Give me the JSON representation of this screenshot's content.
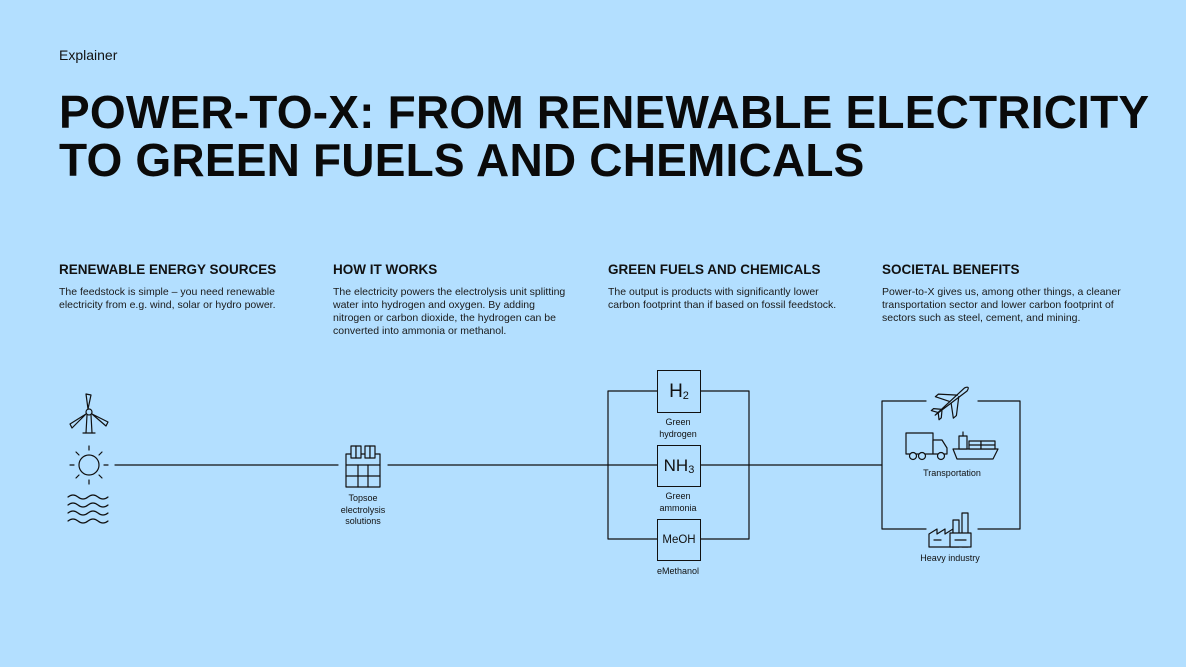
{
  "eyebrow": "Explainer",
  "title": {
    "line1": "POWER-TO-X: FROM RENEWABLE ELECTRICITY",
    "line2": "TO GREEN FUELS AND CHEMICALS"
  },
  "columns": [
    {
      "heading": "RENEWABLE ENERGY SOURCES",
      "body": "The feedstock is simple – you need renewable electricity from e.g. wind, solar or hydro power."
    },
    {
      "heading": "HOW IT WORKS",
      "body": "The electricity powers the electrolysis unit splitting water into hydrogen and oxygen. By adding nitrogen or carbon dioxide, the hydrogen can be converted into ammonia or methanol."
    },
    {
      "heading": "GREEN FUELS AND CHEMICALS",
      "body": "The output is products with significantly lower carbon footprint than if based on fossil feedstock."
    },
    {
      "heading": "SOCIETAL BENEFITS",
      "body": "Power-to-X gives us, among other things, a cleaner transportation sector and lower carbon footprint of sectors such as steel, cement, and mining."
    }
  ],
  "diagram": {
    "electrolysis_label": "Topsoe electrolysis solutions",
    "products": [
      {
        "symbol_main": "H",
        "symbol_sub": "2",
        "label": "Green hydrogen"
      },
      {
        "symbol_main": "NH",
        "symbol_sub": "3",
        "label": "Green ammonia"
      },
      {
        "symbol_main": "MeOH",
        "symbol_sub": "",
        "label": "eMethanol"
      }
    ],
    "benefits": [
      {
        "label": "Transportation"
      },
      {
        "label": "Heavy industry"
      }
    ],
    "icons": [
      "wind-turbine-icon",
      "sun-icon",
      "water-waves-icon",
      "factory-icon",
      "airplane-icon",
      "truck-icon",
      "ship-icon",
      "industry-plant-icon"
    ],
    "colors": {
      "background": "#b3dfff",
      "ink": "#111111"
    }
  }
}
